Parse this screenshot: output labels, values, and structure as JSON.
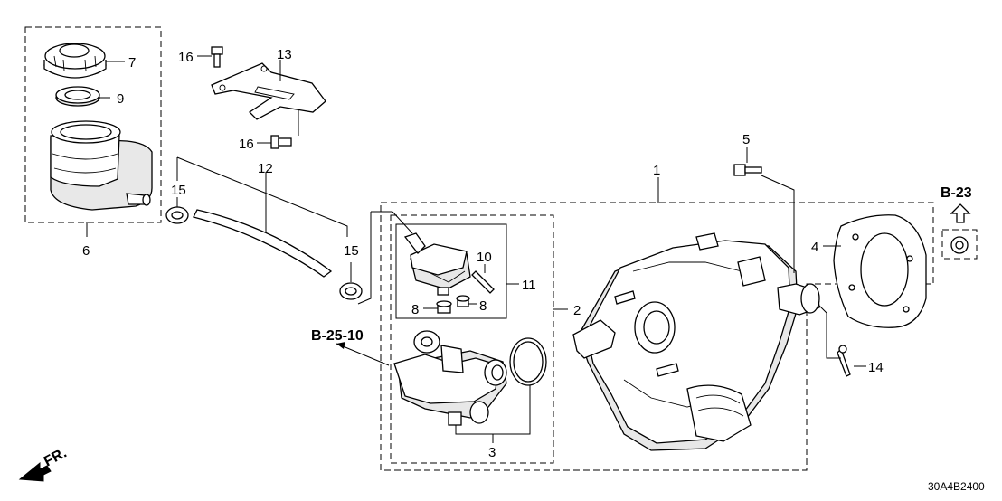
{
  "callouts": {
    "c1": "1",
    "c2": "2",
    "c3": "3",
    "c4": "4",
    "c5": "5",
    "c6": "6",
    "c7": "7",
    "c8a": "8",
    "c8b": "8",
    "c9": "9",
    "c10": "10",
    "c11": "11",
    "c12": "12",
    "c13": "13",
    "c14": "14",
    "c15a": "15",
    "c15b": "15",
    "c16a": "16",
    "c16b": "16"
  },
  "references": {
    "b23": "B-23",
    "b2510": "B-25-10"
  },
  "direction_label": "FR.",
  "diagram_code": "30A4B2400"
}
